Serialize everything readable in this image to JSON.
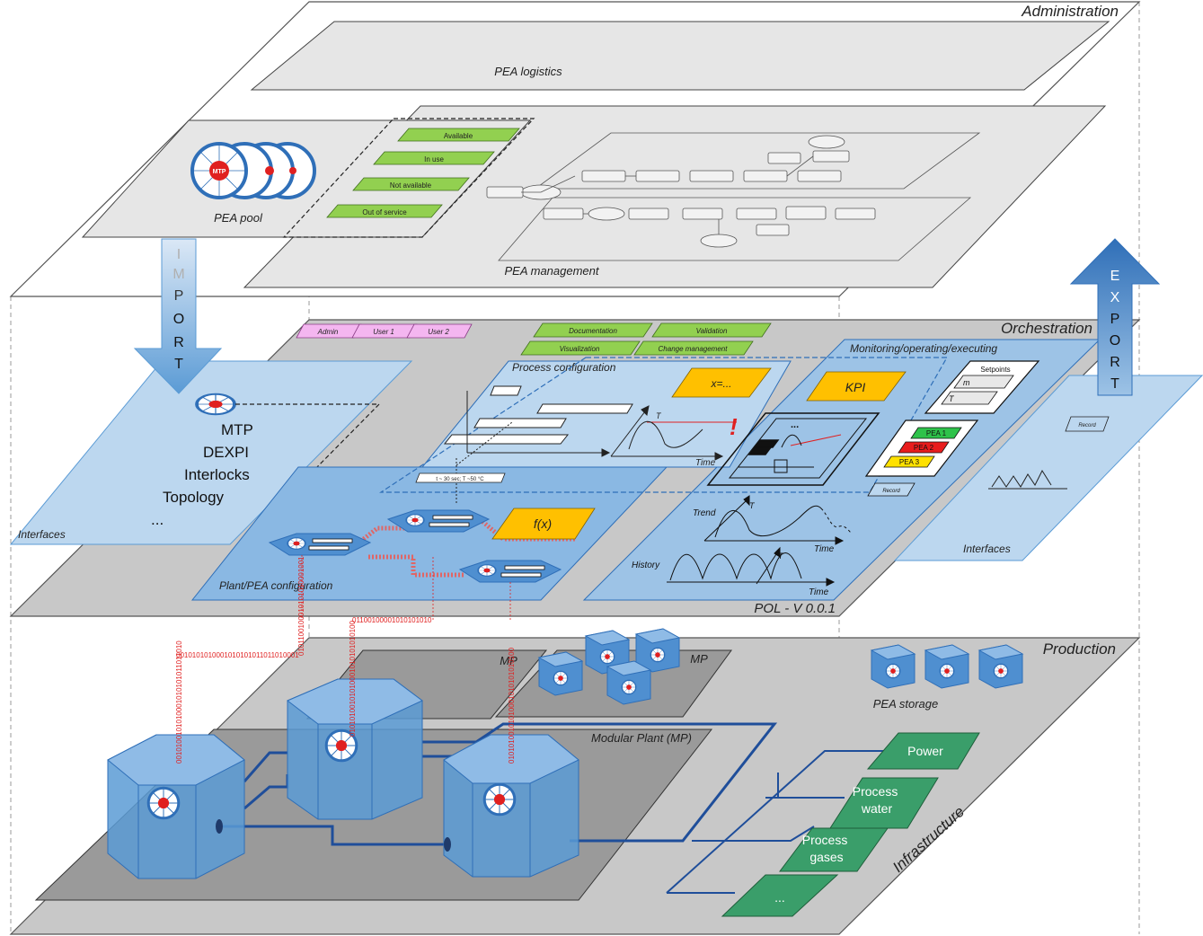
{
  "layers": {
    "administration": "Administration",
    "orchestration": "Orchestration",
    "production": "Production"
  },
  "admin": {
    "pea_logistics": "PEA logistics",
    "pea_pool": "PEA pool",
    "pea_management": "PEA management",
    "mtp_badge": "MTP",
    "status_items": [
      "Available",
      "In use",
      "Not available",
      "Out of service"
    ]
  },
  "import_label": [
    "I",
    "M",
    "P",
    "O",
    "R",
    "T"
  ],
  "export_label": [
    "E",
    "X",
    "P",
    "O",
    "R",
    "T"
  ],
  "orchestration": {
    "users": [
      "Admin",
      "User 1",
      "User 2"
    ],
    "tools": [
      "Documentation",
      "Validation",
      "Visualization",
      "Change management"
    ],
    "process_configuration": "Process configuration",
    "monitoring": "Monitoring/operating/executing",
    "setpoints": "Setpoints",
    "setpoint_m": "m",
    "setpoint_t": "T",
    "pea_list": [
      "PEA 1",
      "PEA 2",
      "PEA 3"
    ],
    "record": "Record",
    "formula": "x=...",
    "kpi": "KPI",
    "fx": "f(x)",
    "step_condition": "t ~ 30 sec; T ~50 °C",
    "axis_time": "Time",
    "axis_t": "T",
    "exclamation": "!",
    "dots": "...",
    "trend": "Trend",
    "history": "History",
    "plant_pea_configuration": "Plant/PEA configuration",
    "version": "POL - V 0.0.1",
    "interfaces_left": "Interfaces",
    "interfaces_right": "Interfaces",
    "import_items": [
      "MTP",
      "DEXPI",
      "Interlocks",
      "Topology",
      "..."
    ]
  },
  "production": {
    "mp": "MP",
    "modular_plant": "Modular Plant (MP)",
    "pea_storage": "PEA storage",
    "infrastructure": "Infrastructure",
    "infra_items": [
      "Power",
      "Process water",
      "Process gases",
      "..."
    ],
    "binary_1": "0010101010001010101011011010001",
    "binary_2": "01100100001010101010",
    "binary_3": "0101100100010101010001001",
    "binary_4": "01010100101010001010101010100",
    "binary_5": "0010100101010001010101011011010"
  },
  "colors": {
    "green": "#92d050",
    "pink": "#f4b6f0",
    "blue_layer": "#bcd7ef",
    "blue_panel": "#9dc3e6",
    "kpi": "#ffc000",
    "infra": "#3a9e6a",
    "module": "#5b9bd5"
  }
}
